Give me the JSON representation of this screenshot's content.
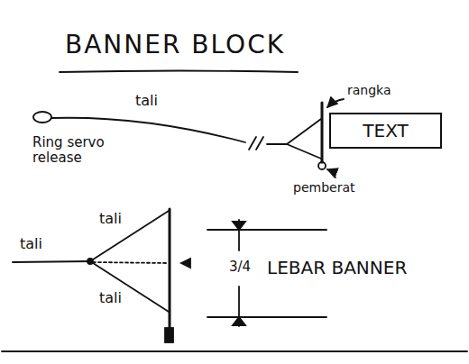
{
  "diagram": {
    "title": "BANNER BLOCK",
    "nodes": [
      {
        "text": [
          "TEXT"
        ]
      }
    ],
    "labels": [
      "tali",
      "Ring servo release",
      "rangka",
      "pemberat",
      "tali",
      "tali",
      "tali",
      "3/4",
      "LEBAR BANNER"
    ]
  }
}
